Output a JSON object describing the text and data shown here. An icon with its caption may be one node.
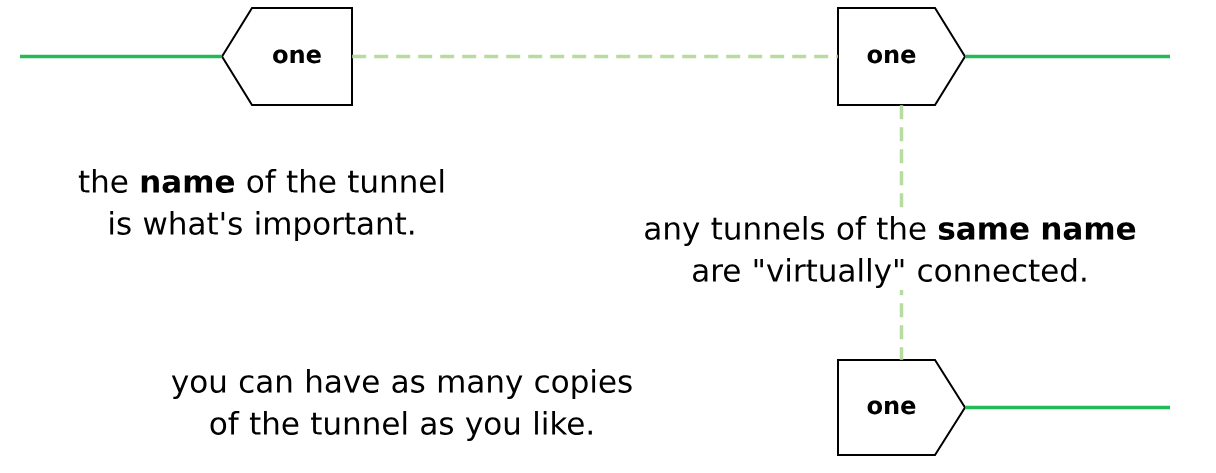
{
  "diagram": {
    "nodes": [
      {
        "text": [
          "one"
        ]
      },
      {
        "text": [
          "one"
        ]
      },
      {
        "text": [
          "one"
        ]
      }
    ],
    "edges": [
      {
        "from": null,
        "to": 0,
        "arrow": "none"
      },
      {
        "from": 1,
        "to": null,
        "arrow": "none"
      },
      {
        "from": 2,
        "to": null,
        "arrow": "none"
      },
      {
        "from": 0,
        "to": 1,
        "arrow": "none",
        "style": "dashed",
        "color": "#b8dc9e"
      },
      {
        "from": 1,
        "to": 2,
        "arrow": "none",
        "style": "dashed",
        "color": "#b8dc9e"
      }
    ],
    "labels": [
      "the **name** of the tunnel is what's important.",
      "any tunnels of the **same name** are \"virtually\" connected.",
      "you can have as many copies of the tunnel as you like."
    ]
  }
}
